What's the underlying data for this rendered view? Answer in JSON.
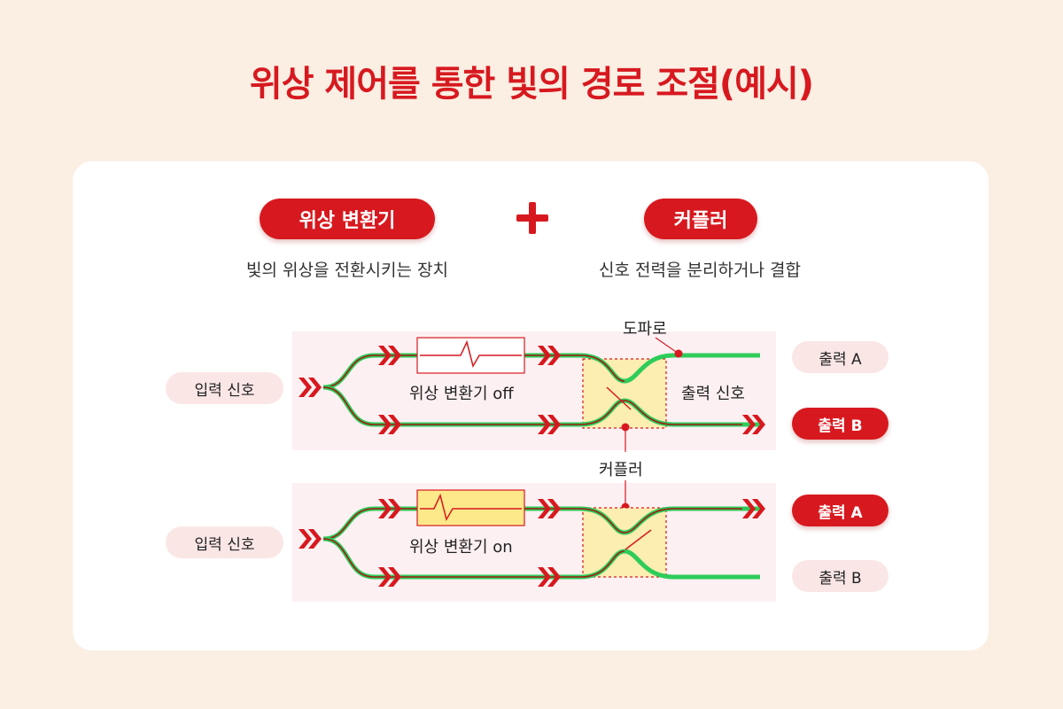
{
  "title": "위상 제어를 통한 빛의 경로 조절(예시)",
  "components": [
    {
      "name": "위상 변환기",
      "description": "빛의 위상을 전환시키는 장치"
    },
    {
      "name": "커플러",
      "description": "신호 전력을 분리하거나 결합"
    }
  ],
  "diagram": {
    "input_label": "입력 신호",
    "top_phase_label": "위상 변환기 off",
    "bottom_phase_label": "위상 변환기 on",
    "waveguide_label": "도파로",
    "coupler_label": "커플러",
    "output_signal_label": "출력 신호",
    "output_a": "출력 A",
    "output_b": "출력 B"
  },
  "colors": {
    "accent_red": "#d7191f",
    "waveguide_green": "#2ecc5a",
    "panel_pink": "#fdf0f2",
    "coupler_fill": "#fcedb0",
    "phase_on_fill": "#fde98a"
  }
}
